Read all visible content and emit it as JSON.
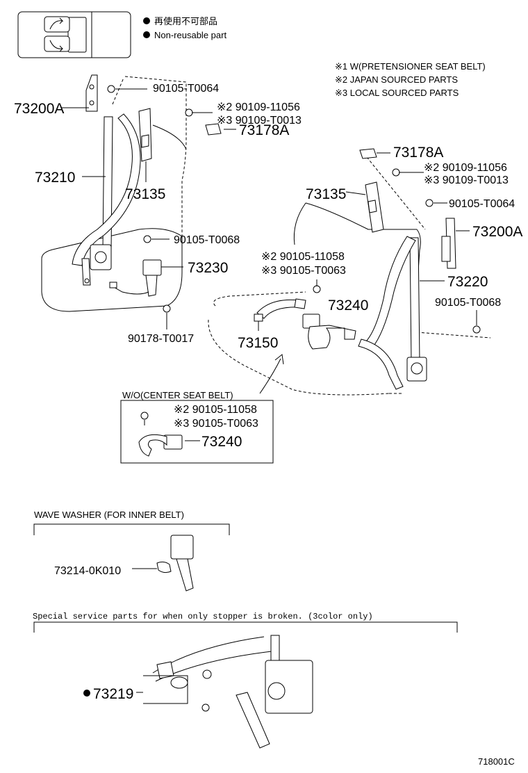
{
  "legend": {
    "jp_label": "再使用不可部品",
    "en_label": "Non-reusable part"
  },
  "notes": {
    "n1": "※1 W(PRETENSIONER SEAT BELT)",
    "n2": "※2 JAPAN SOURCED PARTS",
    "n3": "※3 LOCAL SOURCED PARTS"
  },
  "left_assembly": {
    "p_73200A": "73200A",
    "p_90105_T0064": "90105-T0064",
    "p_90109_11056": "※2 90109-11056",
    "p_90109_T0013": "※3 90109-T0013",
    "p_73178A": "73178A",
    "p_73210": "73210",
    "p_73135": "73135",
    "p_90105_T0068": "90105-T0068",
    "p_73230": "73230",
    "p_90178_T0017": "90178-T0017"
  },
  "right_assembly": {
    "p_73178A": "73178A",
    "p_90109_11056": "※2 90109-11056",
    "p_90109_T0013": "※3 90109-T0013",
    "p_73135": "73135",
    "p_90105_T0064": "90105-T0064",
    "p_73200A": "73200A",
    "p_90105_11058": "※2 90105-11058",
    "p_90105_T0063": "※3 90105-T0063",
    "p_73220": "73220",
    "p_73240": "73240",
    "p_90105_T0068": "90105-T0068",
    "p_73150": "73150"
  },
  "wo_center_box": {
    "title": "W/O(CENTER SEAT BELT)",
    "p_90105_11058": "※2 90105-11058",
    "p_90105_T0063": "※3 90105-T0063",
    "p_73240": "73240"
  },
  "wave_washer": {
    "title": "WAVE WASHER (FOR INNER BELT)",
    "part": "73214-0K010"
  },
  "special": {
    "title": "Special service parts for when only stopper is broken. (3color only)",
    "part": "73219"
  },
  "figure_id": "718001C"
}
